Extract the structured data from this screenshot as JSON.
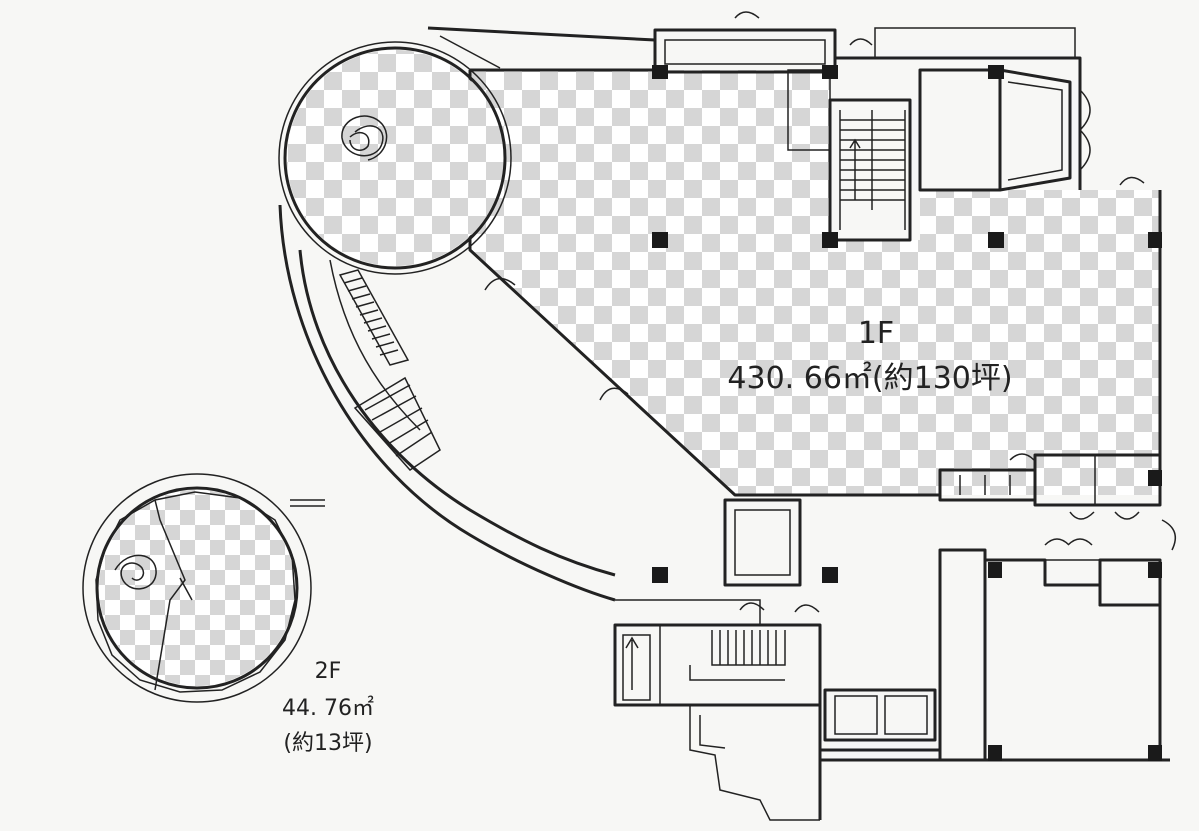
{
  "floors": [
    {
      "id": "1f",
      "name": "1F",
      "area": "430. 66㎡(約130坪)",
      "pattern_color": "#d4d4d4"
    },
    {
      "id": "2f",
      "name": "2F",
      "area": "44. 76㎡",
      "tsubo": "(約13坪)",
      "pattern_color": "#d4d4d4"
    }
  ]
}
